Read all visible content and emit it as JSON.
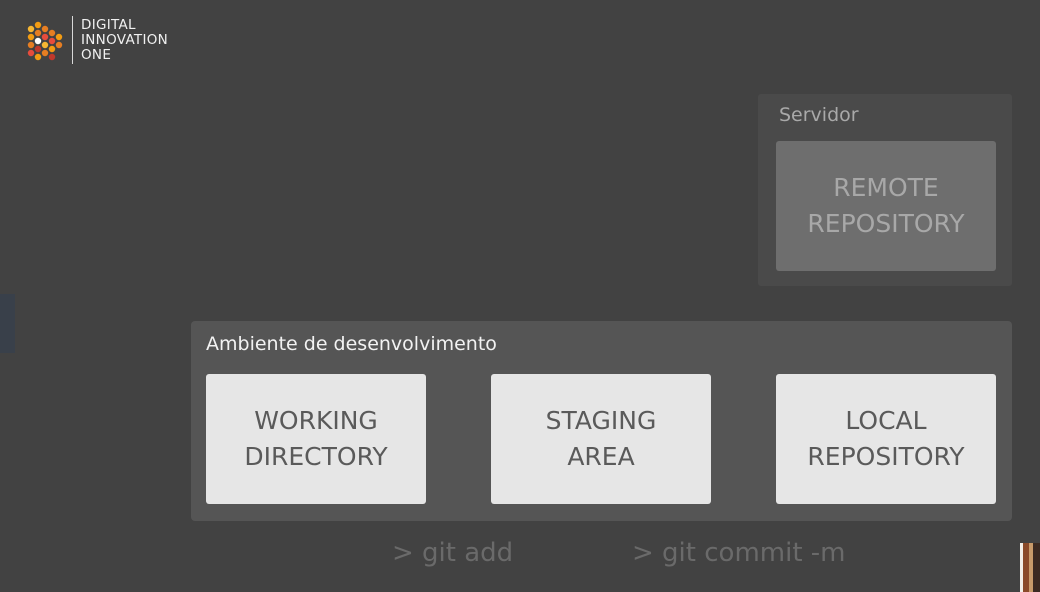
{
  "logo": {
    "lines": [
      "DIGITAL",
      "INNOVATION",
      "ONE"
    ],
    "colors": [
      "#f7b733",
      "#f39c12",
      "#e67e22",
      "#e74c3c",
      "#c0392b"
    ]
  },
  "server": {
    "label": "Servidor",
    "repository": "REMOTE\nREPOSITORY"
  },
  "development": {
    "label": "Ambiente de desenvolvimento",
    "areas": [
      "WORKING\nDIRECTORY",
      "STAGING\nAREA",
      "LOCAL\nREPOSITORY"
    ]
  },
  "commands": {
    "add": "> git add",
    "commit": "> git commit -m"
  }
}
